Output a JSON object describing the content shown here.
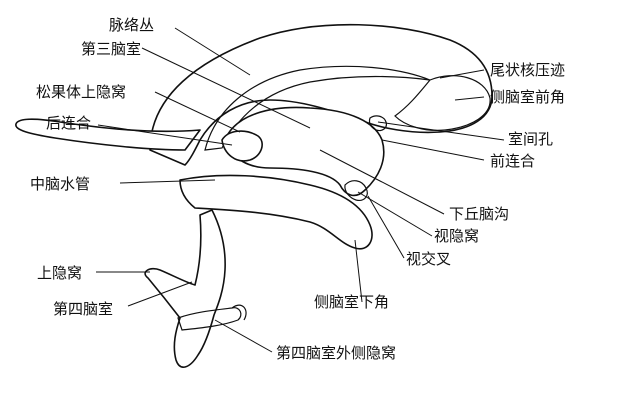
{
  "labels": {
    "choroid_plexus": "脉络丛",
    "third_ventricle": "第三脑室",
    "suprapineal_recess": "松果体上隐窝",
    "posterior_commissure": "后连合",
    "cerebral_aqueduct": "中脑水管",
    "superior_recess": "上隐窝",
    "fourth_ventricle": "第四脑室",
    "lateral_recess_fourth_ventricle": "第四脑室外侧隐窝",
    "caudate_impression": "尾状核压迹",
    "anterior_horn": "侧脑室前角",
    "interventricular_foramen": "室间孔",
    "anterior_commissure": "前连合",
    "hypothalamic_sulcus": "下丘脑沟",
    "optic_recess": "视隐窝",
    "optic_chiasm": "视交叉",
    "inferior_horn": "侧脑室下角"
  },
  "colors": {
    "ink": "#111111",
    "background": "#ffffff"
  }
}
